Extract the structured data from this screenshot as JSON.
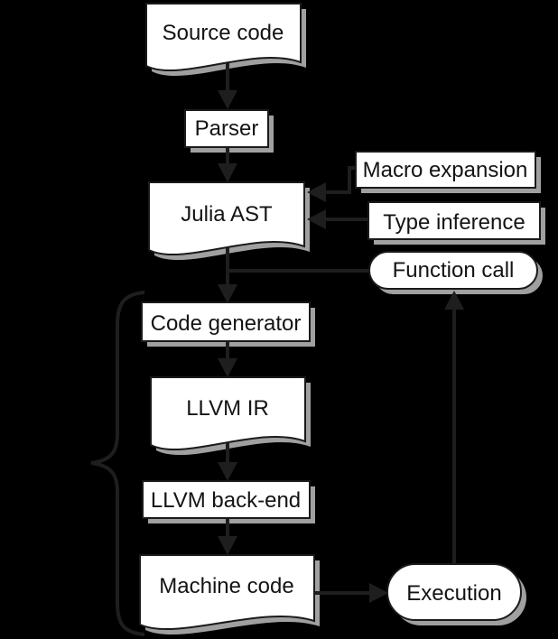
{
  "diagram": {
    "nodes": [
      {
        "id": "source-code",
        "label": "Source code",
        "shape": "document"
      },
      {
        "id": "parser",
        "label": "Parser",
        "shape": "rect"
      },
      {
        "id": "julia-ast",
        "label": "Julia AST",
        "shape": "document"
      },
      {
        "id": "macro-expansion",
        "label": "Macro expansion",
        "shape": "rect"
      },
      {
        "id": "type-inference",
        "label": "Type inference",
        "shape": "rect"
      },
      {
        "id": "function-call",
        "label": "Function call",
        "shape": "stadium"
      },
      {
        "id": "code-generator",
        "label": "Code generator",
        "shape": "rect"
      },
      {
        "id": "llvm-ir",
        "label": "LLVM IR",
        "shape": "document"
      },
      {
        "id": "llvm-backend",
        "label": "LLVM back-end",
        "shape": "rect"
      },
      {
        "id": "machine-code",
        "label": "Machine code",
        "shape": "document"
      },
      {
        "id": "execution",
        "label": "Execution",
        "shape": "stadium"
      }
    ],
    "edges": [
      {
        "from": "source-code",
        "to": "parser"
      },
      {
        "from": "parser",
        "to": "julia-ast"
      },
      {
        "from": "macro-expansion",
        "to": "julia-ast"
      },
      {
        "from": "type-inference",
        "to": "julia-ast"
      },
      {
        "from": "julia-ast",
        "to": "code-generator"
      },
      {
        "from": "function-call",
        "to": "code-generator"
      },
      {
        "from": "code-generator",
        "to": "llvm-ir"
      },
      {
        "from": "llvm-ir",
        "to": "llvm-backend"
      },
      {
        "from": "llvm-backend",
        "to": "machine-code"
      },
      {
        "from": "machine-code",
        "to": "execution"
      },
      {
        "from": "execution",
        "to": "function-call"
      }
    ],
    "brace": {
      "side": "left",
      "groups": [
        "code-generator",
        "llvm-ir",
        "llvm-backend",
        "machine-code"
      ]
    },
    "colors": {
      "background": "#000000",
      "node_fill": "#ffffff",
      "node_border": "#1a1a1a",
      "shadow": "#a0a0a0",
      "connector": "#1e1e1e",
      "text": "#141414"
    }
  }
}
